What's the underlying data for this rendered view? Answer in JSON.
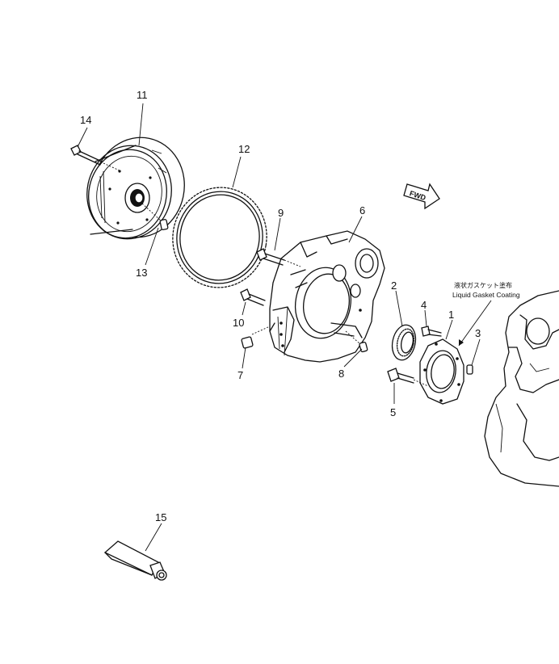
{
  "callouts": {
    "c1": "1",
    "c2": "2",
    "c3": "3",
    "c4": "4",
    "c5": "5",
    "c6": "6",
    "c7": "7",
    "c8": "8",
    "c9": "9",
    "c10": "10",
    "c11": "11",
    "c12": "12",
    "c13": "13",
    "c14": "14",
    "c15": "15"
  },
  "forward_arrow": {
    "label": "FWD"
  },
  "note": {
    "japanese": "液状ガスケット塗布",
    "english": "Liquid Gasket Coating"
  },
  "colors": {
    "ink": "#111111",
    "background": "#ffffff"
  }
}
